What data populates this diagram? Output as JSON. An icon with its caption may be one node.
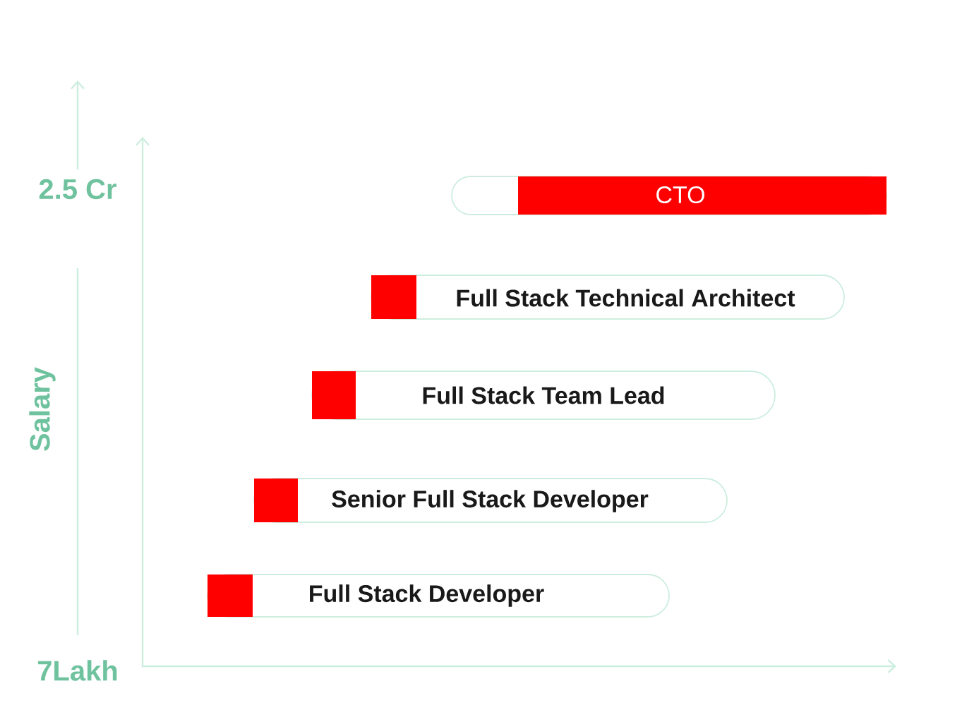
{
  "diagram": {
    "nodes": [
      {
        "text": [
          "CTO"
        ]
      },
      {
        "text": [
          "Full Stack Technical Architect"
        ]
      },
      {
        "text": [
          "Full Stack Team Lead"
        ]
      },
      {
        "text": [
          "Senior Full Stack Developer"
        ]
      },
      {
        "text": [
          "Full Stack Developer"
        ]
      }
    ],
    "labels": [
      "2.5 Cr",
      "Salary",
      "7Lakh"
    ]
  }
}
